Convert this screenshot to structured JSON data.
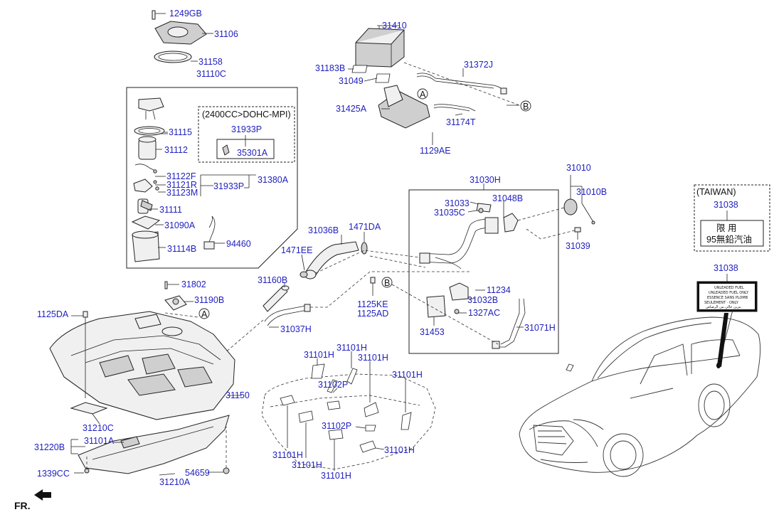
{
  "labels": {
    "p1249GB": "1249GB",
    "p31106": "31106",
    "p31158": "31158",
    "p31110C": "31110C",
    "variant_note": "(2400CC>DOHC-MPI)",
    "p31933P_a": "31933P",
    "p35301A": "35301A",
    "p31115": "31115",
    "p31112": "31112",
    "p31122F": "31122F",
    "p31121R": "31121R",
    "p31123M": "31123M",
    "p31933P_b": "31933P",
    "p31380A": "31380A",
    "p31111": "31111",
    "p31090A": "31090A",
    "p31114B": "31114B",
    "p94460": "94460",
    "p31410": "31410",
    "p31183B": "31183B",
    "p31049": "31049",
    "p31425A": "31425A",
    "p31372J": "31372J",
    "p31174T": "31174T",
    "p1129AE": "1129AE",
    "marker_a": "A",
    "marker_b": "B",
    "p31030H": "31030H",
    "p31033": "31033",
    "p31035C": "31035C",
    "p31048B": "31048B",
    "p31010": "31010",
    "p31010B": "31010B",
    "p31039": "31039",
    "p31036B": "31036B",
    "p1471DA": "1471DA",
    "p1471EE": "1471EE",
    "p31160B": "31160B",
    "p31037H": "31037H",
    "p1125KE": "1125KE",
    "p1125AD": "1125AD",
    "p11234": "11234",
    "p31032B": "31032B",
    "p1327AC": "1327AC",
    "p31453": "31453",
    "p31071H": "31071H",
    "taiwan": "(TAIWAN)",
    "p31038_a": "31038",
    "p31038_b": "31038",
    "tw_label_line1": "限 用",
    "tw_label_line2": "95無鉛汽油",
    "p31802": "31802",
    "p31190B": "31190B",
    "p1125DA": "1125DA",
    "p31150": "31150",
    "p31210C": "31210C",
    "p31220B": "31220B",
    "p31101A": "31101A",
    "p1339CC": "1339CC",
    "p54659": "54659",
    "p31210A": "31210A",
    "p31101H_1": "31101H",
    "p31101H_2": "31101H",
    "p31101H_3": "31101H",
    "p31101H_4": "31101H",
    "p31101H_5": "31101H",
    "p31101H_6": "31101H",
    "p31101H_7": "31101H",
    "p31101H_8": "31101H",
    "p31102P_1": "31102P",
    "p31102P_2": "31102P",
    "front": "FR."
  },
  "colors": {
    "label_blue": "#1f1fbf",
    "line": "#222222"
  }
}
